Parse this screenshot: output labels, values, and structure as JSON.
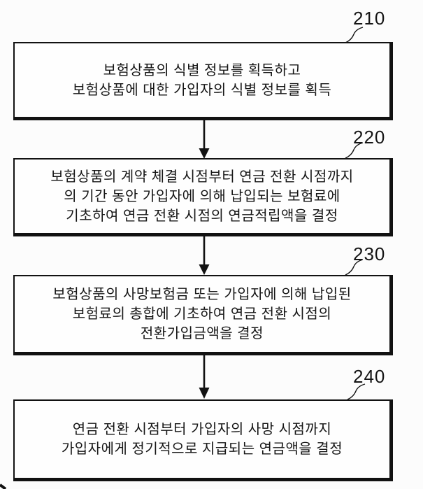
{
  "figure": {
    "type": "flowchart",
    "background": "#fcfcfc",
    "line_color": "#121212",
    "steps": [
      {
        "ref": "210",
        "lines": [
          "보험상품의 식별 정보를 획득하고",
          "보험상품에 대한 가입자의 식별 정보를 획득"
        ]
      },
      {
        "ref": "220",
        "lines": [
          "보험상품의 계약 체결 시점부터 연금 전환 시점까지",
          "의 기간 동안 가입자에 의해 납입되는 보험료에",
          "기초하여 연금 전환 시점의 연금적립액을 결정"
        ]
      },
      {
        "ref": "230",
        "lines": [
          "보험상품의 사망보험금 또는 가입자에 의해 납입된",
          "보험료의 총합에 기초하여 연금 전환 시점의",
          "전환가입금액을 결정"
        ]
      },
      {
        "ref": "240",
        "lines": [
          "연금 전환 시점부터 가입자의 사망 시점까지",
          "가입자에게 정기적으로 지급되는 연금액을 결정"
        ]
      }
    ]
  }
}
